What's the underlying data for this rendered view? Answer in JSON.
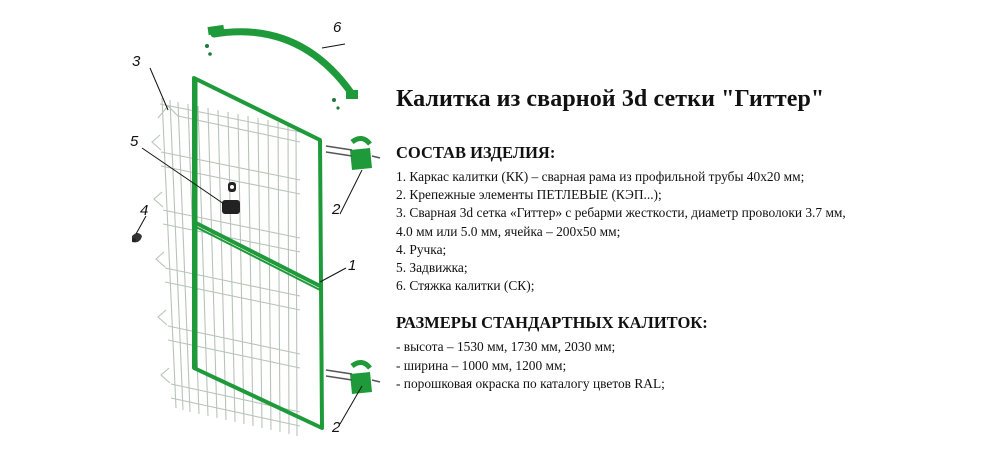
{
  "title": "Калитка из сварной 3d сетки \"Гиттер\"",
  "composition": {
    "heading": "СОСТАВ ИЗДЕЛИЯ:",
    "items": [
      "1. Каркас калитки (КК) – сварная рама из профильной трубы 40х20 мм;",
      "2. Крепежные элементы ПЕТЛЕВЫЕ (КЭП...);",
      "3. Сварная 3d сетка «Гиттер» с ребарми жесткости, диаметр проволоки 3.7 мм,",
      "4.0 мм или 5.0 мм, ячейка – 200х50 мм;",
      "4. Ручка;",
      "5. Задвижка;",
      "6. Стяжка калитки (СК);"
    ]
  },
  "sizes": {
    "heading": "РАЗМЕРЫ СТАНДАРТНЫХ КАЛИТОК:",
    "items": [
      "- высота – 1530 мм, 1730 мм, 2030 мм;",
      "- ширина – 1000 мм, 1200 мм;",
      "- порошковая окраска по каталогу цветов RAL;"
    ]
  },
  "callouts": [
    "1",
    "2",
    "2",
    "3",
    "4",
    "5",
    "6"
  ],
  "colors": {
    "frame": "#1f9a3a",
    "mesh": "#b8c4b8",
    "ink": "#111111"
  }
}
